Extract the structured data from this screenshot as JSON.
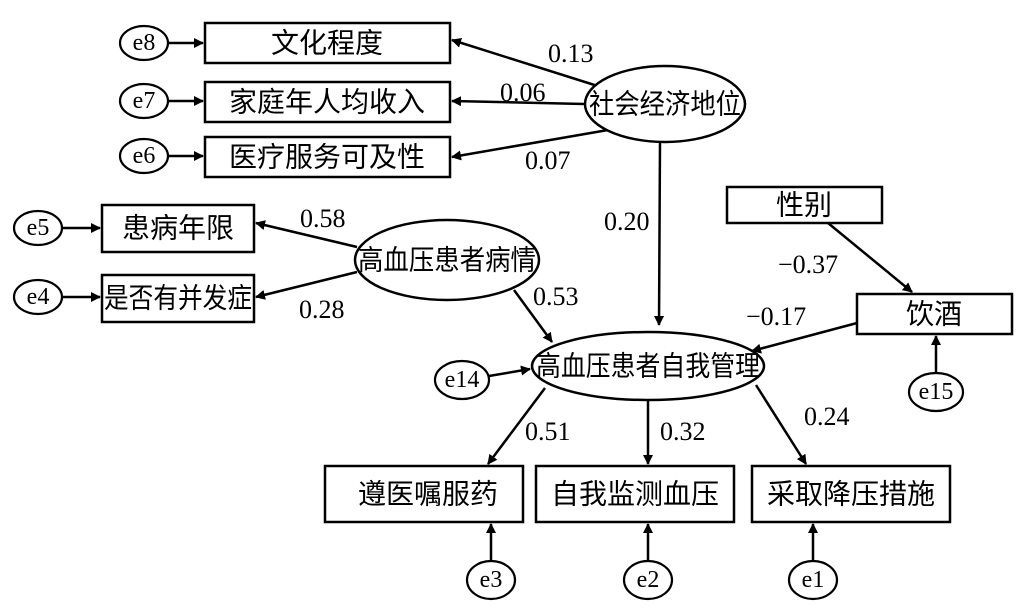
{
  "nodes": {
    "education": "文化程度",
    "income": "家庭年人均收入",
    "medical_access": "医疗服务可及性",
    "ses": "社会经济地位",
    "disease_years": "患病年限",
    "complications": "是否有并发症",
    "severity": "高血压患者病情",
    "gender": "性别",
    "drinking": "饮酒",
    "self_management": "高血压患者自我管理",
    "medication": "遵医嘱服药",
    "bp_monitoring": "自我监测血压",
    "bp_lowering": "采取降压措施"
  },
  "errors": {
    "e8": "e8",
    "e7": "e7",
    "e6": "e6",
    "e5": "e5",
    "e4": "e4",
    "e14": "e14",
    "e15": "e15",
    "e3": "e3",
    "e2": "e2",
    "e1": "e1"
  },
  "coefficients": {
    "ses_education": "0.13",
    "ses_income": "0.06",
    "ses_medical_access": "0.07",
    "ses_self_management": "0.20",
    "severity_disease_years": "0.58",
    "severity_complications": "0.28",
    "severity_self_management": "0.53",
    "gender_drinking": "−0.37",
    "drinking_self_management": "−0.17",
    "self_management_medication": "0.51",
    "self_management_bp_monitoring": "0.32",
    "self_management_bp_lowering": "0.24"
  }
}
